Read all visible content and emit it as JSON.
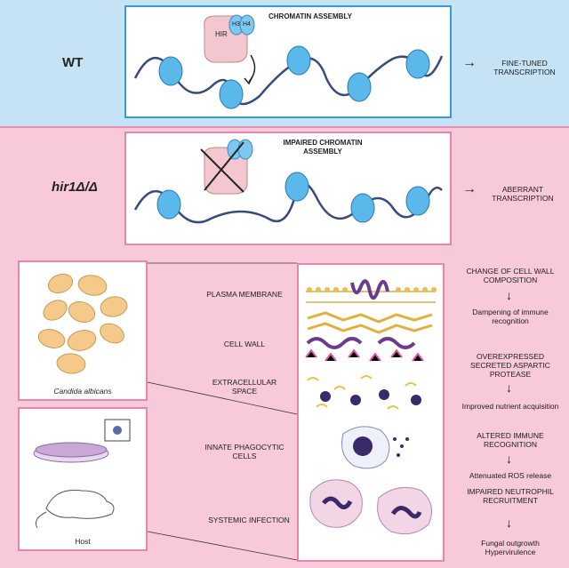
{
  "wt": {
    "genotype": "WT",
    "title": "CHROMATIN ASSEMBLY",
    "hir_label": "HIR",
    "h3_label": "H3",
    "h4_label": "H4",
    "outcome": "FINE-TUNED TRANSCRIPTION",
    "arrow": "→"
  },
  "mutant": {
    "genotype": "hir1Δ/Δ",
    "title": "IMPAIRED CHROMATIN ASSEMBLY",
    "outcome": "ABERRANT TRANSCRIPTION",
    "arrow": "→"
  },
  "left": {
    "candida_caption": "Candida albicans",
    "host_caption": "Host"
  },
  "middle_labels": [
    "PLASMA MEMBRANE",
    "CELL WALL",
    "EXTRACELLULAR SPACE",
    "INNATE PHAGOCYTIC CELLS",
    "SYSTEMIC INFECTION"
  ],
  "right_flow": [
    "CHANGE OF CELL WALL COMPOSITION",
    "Dampening of immune recognition",
    "OVEREXPRESSED SECRETED ASPARTIC PROTEASE",
    "Improved nutrient acquisition",
    "ALTERED IMMUNE RECOGNITION",
    "Attenuated ROS release",
    "IMPAIRED NEUTROPHIL RECRUITMENT",
    "Fungal outgrowth Hypervirulence"
  ],
  "colors": {
    "top_band": "#c6e2f5",
    "bottom_band": "#f7c9d9",
    "blue_border": "#3a9ad8",
    "pink_border": "#e586ab",
    "nucleosome": "#5bb8ea",
    "dna": "#3a4a7a",
    "hir": "#f4c6cf"
  }
}
